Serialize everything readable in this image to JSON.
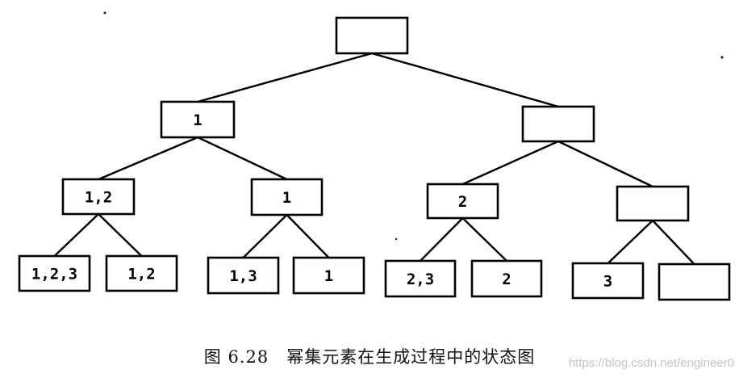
{
  "diagram": {
    "nodes": [
      {
        "id": "root",
        "label": ""
      },
      {
        "id": "n1",
        "label": "1"
      },
      {
        "id": "n2",
        "label": ""
      },
      {
        "id": "n12",
        "label": "1,2"
      },
      {
        "id": "n1b",
        "label": "1"
      },
      {
        "id": "n2b",
        "label": "2"
      },
      {
        "id": "nempty",
        "label": ""
      },
      {
        "id": "n123",
        "label": "1,2,3"
      },
      {
        "id": "n12b",
        "label": "1,2"
      },
      {
        "id": "n13",
        "label": "1,3"
      },
      {
        "id": "n1c",
        "label": "1"
      },
      {
        "id": "n23",
        "label": "2,3"
      },
      {
        "id": "n2c",
        "label": "2"
      },
      {
        "id": "n3",
        "label": "3"
      },
      {
        "id": "nempty2",
        "label": ""
      }
    ],
    "edges": [
      [
        "root",
        "n1"
      ],
      [
        "root",
        "n2"
      ],
      [
        "n1",
        "n12"
      ],
      [
        "n1",
        "n1b"
      ],
      [
        "n2",
        "n2b"
      ],
      [
        "n2",
        "nempty"
      ],
      [
        "n12",
        "n123"
      ],
      [
        "n12",
        "n12b"
      ],
      [
        "n1b",
        "n13"
      ],
      [
        "n1b",
        "n1c"
      ],
      [
        "n2b",
        "n23"
      ],
      [
        "n2b",
        "n2c"
      ],
      [
        "nempty",
        "n3"
      ],
      [
        "nempty",
        "nempty2"
      ]
    ]
  },
  "caption": {
    "number": "图 6.28",
    "text": "幂集元素在生成过程中的状态图"
  },
  "watermark": "https://blog.csdn.net/engineer0"
}
